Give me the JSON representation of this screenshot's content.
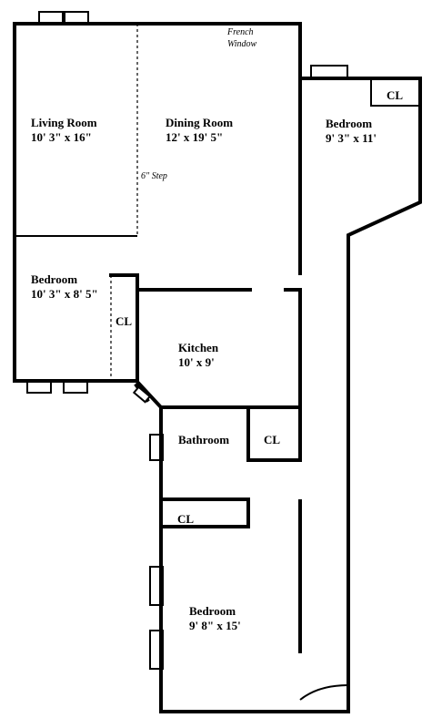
{
  "rooms": {
    "living_room": {
      "name": "Living Room",
      "size": "10' 3\" x 16\""
    },
    "dining_room": {
      "name": "Dining Room",
      "size": "12' x 19' 5\""
    },
    "bedroom_east": {
      "name": "Bedroom",
      "size": "9' 3\" x 11'"
    },
    "bedroom_west": {
      "name": "Bedroom",
      "size": "10' 3\" x 8' 5\""
    },
    "kitchen": {
      "name": "Kitchen",
      "size": "10' x 9'"
    },
    "bathroom": {
      "name": "Bathroom"
    },
    "bedroom_south": {
      "name": "Bedroom",
      "size": "9' 8\" x 15'"
    }
  },
  "closets": {
    "bedroom_east": "CL",
    "bedroom_west": "CL",
    "bathroom": "CL",
    "bedroom_south": "CL"
  },
  "notes": {
    "french_window_line1": "French",
    "french_window_line2": "Window",
    "step": "6\" Step"
  }
}
